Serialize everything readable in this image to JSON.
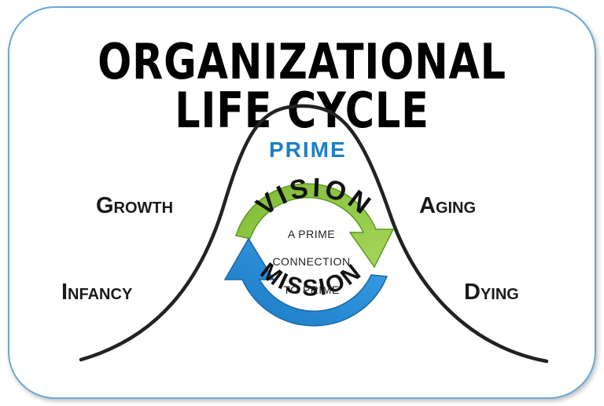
{
  "title": "ORGANIZATIONAL LIFE CYCLE",
  "stages": {
    "infancy": "Infancy",
    "growth": "Growth",
    "prime": "PRIME",
    "aging": "Aging",
    "dying": "Dying"
  },
  "cycle": {
    "vision": "VISION",
    "mission": "MISSION",
    "center_line1": "A PRIME",
    "center_line2": "CONNECTION",
    "center_line3": "TO PRIME"
  },
  "colors": {
    "frame_border": "#6aa9d6",
    "prime_text": "#1e7fc6",
    "vision_arrow": "#8cc43f",
    "mission_arrow": "#2a8fd6",
    "curve": "#222222"
  }
}
